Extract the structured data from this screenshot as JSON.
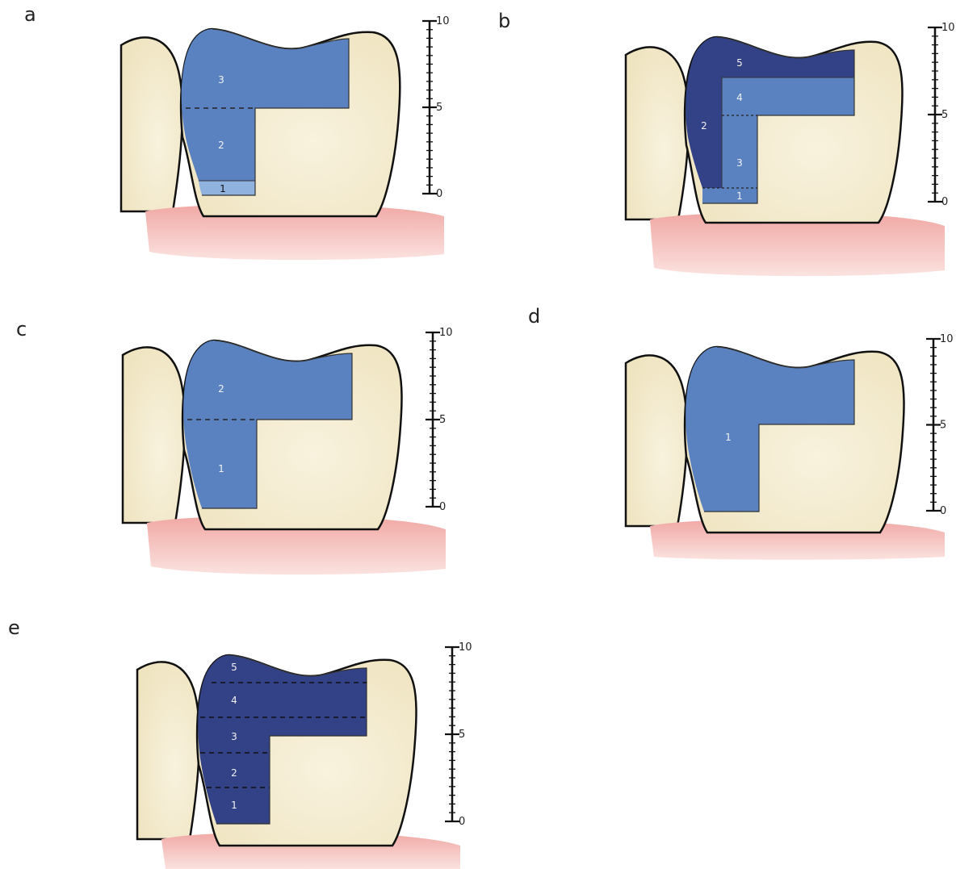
{
  "colors": {
    "tooth_fill": "#efe4c0",
    "tooth_outline": "#111111",
    "gum_fill": "#f0a8a4",
    "gum_light": "#fbe2df",
    "light_blue": "#8fb2de",
    "medium_blue": "#5b82c0",
    "dark_blue": "#334187",
    "label_light": "#f2f2f2",
    "label_dark": "#111111"
  },
  "scale": {
    "ticks": [
      "0",
      "5",
      "10"
    ]
  },
  "panels": [
    {
      "letter": "a",
      "dividers": [
        "dashed",
        null,
        null,
        null
      ],
      "layers": [
        {
          "label": "1",
          "shade": "light"
        },
        {
          "label": "2",
          "shade": "medium"
        },
        {
          "label": "3",
          "shade": "medium"
        }
      ]
    },
    {
      "letter": "b",
      "layers": [
        {
          "label": "1",
          "shade": "medium"
        },
        {
          "label": "2",
          "shade": "dark"
        },
        {
          "label": "3",
          "shade": "medium"
        },
        {
          "label": "4",
          "shade": "medium"
        },
        {
          "label": "5",
          "shade": "dark"
        }
      ]
    },
    {
      "letter": "c",
      "layers": [
        {
          "label": "1",
          "shade": "medium"
        },
        {
          "label": "2",
          "shade": "medium"
        }
      ]
    },
    {
      "letter": "d",
      "layers": [
        {
          "label": "1",
          "shade": "medium"
        }
      ]
    },
    {
      "letter": "e",
      "layers": [
        {
          "label": "1",
          "shade": "dark"
        },
        {
          "label": "2",
          "shade": "dark"
        },
        {
          "label": "3",
          "shade": "dark"
        },
        {
          "label": "4",
          "shade": "dark"
        },
        {
          "label": "5",
          "shade": "dark"
        }
      ]
    }
  ]
}
